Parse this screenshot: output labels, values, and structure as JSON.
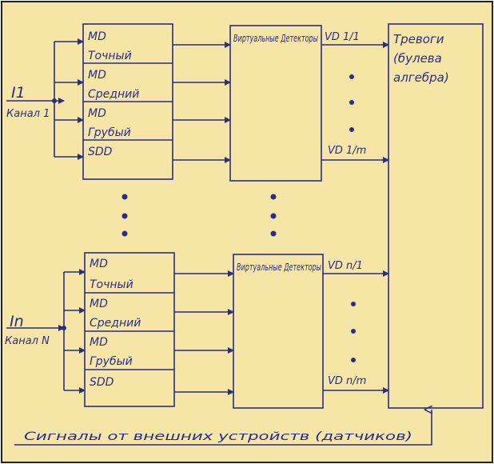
{
  "colors": {
    "paper": "#f6e6a6",
    "ink": "#2a2a8f",
    "border": "#222222"
  },
  "channels": [
    {
      "input_label": "I1",
      "channel_label": "Канал 1",
      "modules": [
        {
          "line1": "MD",
          "line2": "Точный"
        },
        {
          "line1": "MD",
          "line2": "Средний"
        },
        {
          "line1": "MD",
          "line2": "Грубый"
        },
        {
          "line1": "SDD",
          "line2": ""
        }
      ],
      "vd_block": "Виртуальные Детекторы",
      "vd_first": "VD 1/1",
      "vd_last": "VD 1/m"
    },
    {
      "input_label": "In",
      "channel_label": "Канал N",
      "modules": [
        {
          "line1": "MD",
          "line2": "Точный"
        },
        {
          "line1": "MD",
          "line2": "Средний"
        },
        {
          "line1": "MD",
          "line2": "Грубый"
        },
        {
          "line1": "SDD",
          "line2": ""
        }
      ],
      "vd_block": "Виртуальные Детекторы",
      "vd_first": "VD n/1",
      "vd_last": "VD n/m"
    }
  ],
  "alarm_block": {
    "line1": "Тревоги",
    "line2": "(булева",
    "line3": "алгебра)"
  },
  "external_signals": "Сигналы от внешних устройств (датчиков)"
}
